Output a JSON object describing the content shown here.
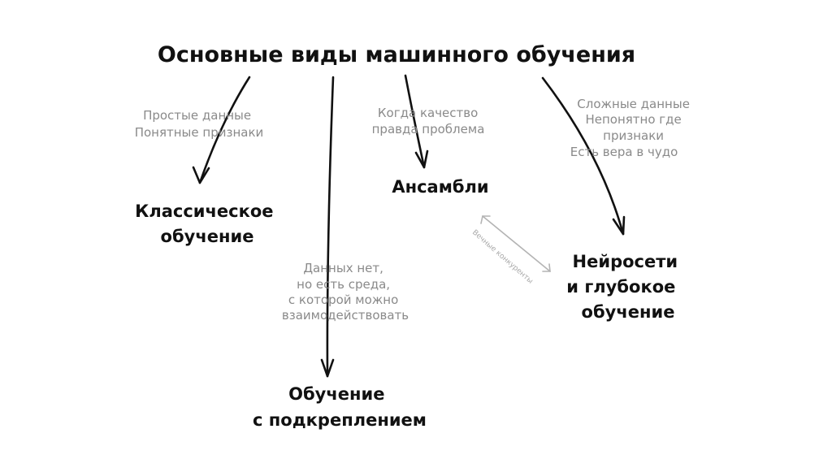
{
  "diagram": {
    "title": "Основные виды машинного обучения",
    "nodes": {
      "classic": [
        "Классическое",
        "обучение"
      ],
      "ensembles": [
        "Ансамбли"
      ],
      "reinforcement": [
        "Обучение",
        "с подкреплением"
      ],
      "neural": [
        "Нейросети",
        "и глубокое",
        "обучение"
      ]
    },
    "edge_notes": {
      "classic": [
        "Простые данные",
        "Понятные признаки"
      ],
      "ensembles": [
        "Когда качество",
        "правда проблема"
      ],
      "reinforcement": [
        "Данных нет,",
        "но есть среда,",
        "с которой можно",
        "взаимодействовать"
      ],
      "neural": [
        "Сложные данные",
        "Непонятно где",
        "признаки",
        "Есть вера в чудо"
      ]
    },
    "rivalry_label": "Вечные конкуренты"
  }
}
